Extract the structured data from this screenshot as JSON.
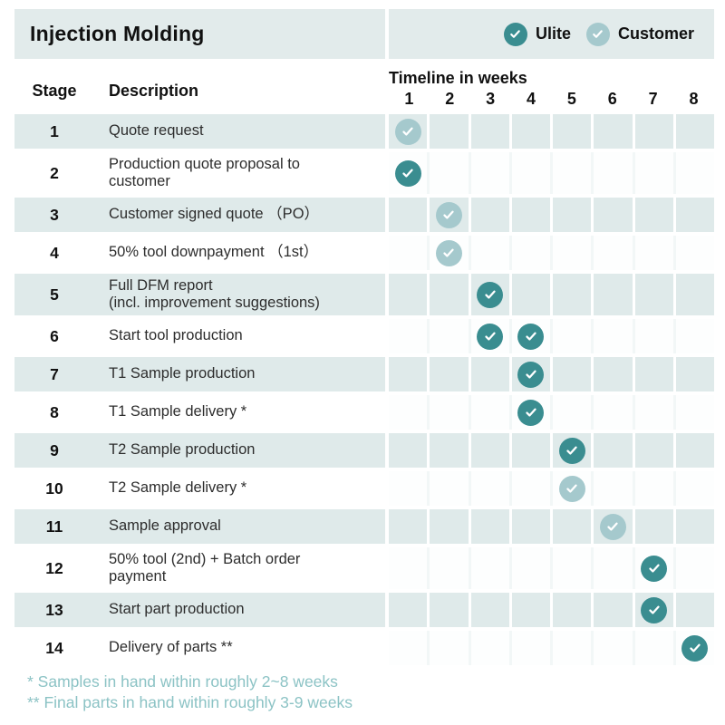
{
  "header": {
    "stage_label": "Stage",
    "description_label": "Description"
  },
  "chart_data": {
    "type": "table",
    "title": "Injection Molding",
    "timeline_label": "Timeline in weeks",
    "weeks": [
      "1",
      "2",
      "3",
      "4",
      "5",
      "6",
      "7",
      "8"
    ],
    "legend": [
      {
        "name": "Ulite",
        "key": "ulite",
        "color": "#3a8d90"
      },
      {
        "name": "Customer",
        "key": "customer",
        "color": "#a5c9cd"
      }
    ],
    "rows": [
      {
        "stage": "1",
        "description": "Quote request",
        "checks": [
          {
            "week": 1,
            "type": "customer"
          }
        ]
      },
      {
        "stage": "2",
        "description": "Production quote proposal to\ncustomer",
        "checks": [
          {
            "week": 1,
            "type": "ulite"
          }
        ]
      },
      {
        "stage": "3",
        "description": "Customer signed quote （PO）",
        "checks": [
          {
            "week": 2,
            "type": "customer"
          }
        ]
      },
      {
        "stage": "4",
        "description": "50% tool downpayment （1st）",
        "checks": [
          {
            "week": 2,
            "type": "customer"
          }
        ]
      },
      {
        "stage": "5",
        "description": "Full DFM report\n(incl. improvement suggestions)",
        "checks": [
          {
            "week": 3,
            "type": "ulite"
          }
        ]
      },
      {
        "stage": "6",
        "description": "Start tool production",
        "checks": [
          {
            "week": 3,
            "type": "ulite"
          },
          {
            "week": 4,
            "type": "ulite"
          }
        ]
      },
      {
        "stage": "7",
        "description": "T1 Sample production",
        "checks": [
          {
            "week": 4,
            "type": "ulite"
          }
        ]
      },
      {
        "stage": "8",
        "description": "T1 Sample delivery *",
        "checks": [
          {
            "week": 4,
            "type": "ulite"
          }
        ]
      },
      {
        "stage": "9",
        "description": "T2 Sample production",
        "checks": [
          {
            "week": 5,
            "type": "ulite"
          }
        ]
      },
      {
        "stage": "10",
        "description": "T2 Sample delivery *",
        "checks": [
          {
            "week": 5,
            "type": "customer"
          }
        ]
      },
      {
        "stage": "11",
        "description": "Sample approval",
        "checks": [
          {
            "week": 6,
            "type": "customer"
          }
        ]
      },
      {
        "stage": "12",
        "description": "50% tool (2nd) + Batch order\npayment",
        "checks": [
          {
            "week": 7,
            "type": "ulite"
          }
        ]
      },
      {
        "stage": "13",
        "description": "Start part production",
        "checks": [
          {
            "week": 7,
            "type": "ulite"
          }
        ]
      },
      {
        "stage": "14",
        "description": "Delivery of parts **",
        "checks": [
          {
            "week": 8,
            "type": "ulite"
          }
        ]
      }
    ]
  },
  "footnotes": [
    "* Samples in hand within roughly 2~8 weeks",
    "** Final parts in hand within roughly 3-9 weeks"
  ],
  "colors": {
    "ulite": "#3a8d90",
    "customer": "#a5c9cd",
    "band_bg": "#e2ebeb",
    "row_shaded": "#dfeaea",
    "footnote": "#8cc3c5",
    "check_glyph": "#ffffff"
  }
}
